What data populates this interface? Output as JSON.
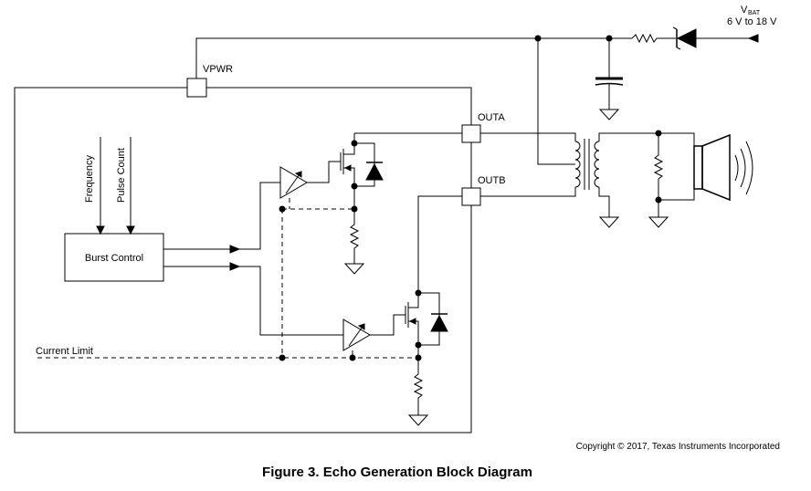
{
  "diagram": {
    "vbat_label": "V",
    "vbat_subscript": "BAT",
    "vbat_range": "6 V to 18 V",
    "vpwr_label": "VPWR",
    "outa_label": "OUTA",
    "outb_label": "OUTB",
    "frequency_label": "Frequency",
    "pulse_count_label": "Pulse Count",
    "burst_control_label": "Burst Control",
    "current_limit_label": "Current Limit",
    "copyright": "Copyright © 2017, Texas Instruments Incorporated"
  },
  "caption": {
    "title": "Figure 3.  Echo Generation Block Diagram"
  }
}
